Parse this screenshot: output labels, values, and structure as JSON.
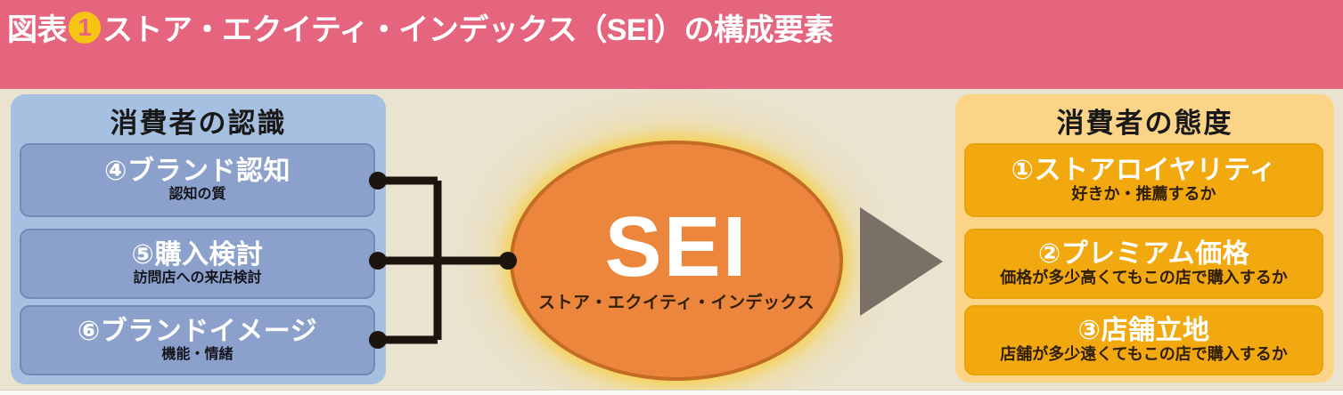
{
  "header": {
    "prefix": "図表",
    "number": "1",
    "title": "ストア・エクイティ・インデックス（SEI）の構成要素"
  },
  "left_panel": {
    "title": "消費者の認識",
    "items": [
      {
        "label": "④ブランド認知",
        "sublabel": "認知の質"
      },
      {
        "label": "⑤購入検討",
        "sublabel": "訪問店への来店検討"
      },
      {
        "label": "⑥ブランドイメージ",
        "sublabel": "機能・情緒"
      }
    ]
  },
  "sei": {
    "acronym": "SEI",
    "label": "ストア・エクイティ・インデックス"
  },
  "right_panel": {
    "title": "消費者の態度",
    "items": [
      {
        "label": "①ストアロイヤリティ",
        "sublabel": "好きか・推薦するか"
      },
      {
        "label": "②プレミアム価格",
        "sublabel": "価格が多少高くてもこの店で購入するか"
      },
      {
        "label": "③店舗立地",
        "sublabel": "店舗が多少遠くてもこの店で購入するか"
      }
    ]
  },
  "colors": {
    "header_band": "#e5647e",
    "header_badge": "#f6c413",
    "figure_background": "#eae3cf",
    "left_panel": "#a6c0e1",
    "left_box": "#8ba0cb",
    "right_panel": "#fbd488",
    "right_box": "#f2a80f",
    "sei_fill": "#ec863c",
    "sei_border": "#c46b24",
    "sei_glow": "#f7d04d",
    "arrow": "#7a7065",
    "connector": "#1c150d"
  }
}
